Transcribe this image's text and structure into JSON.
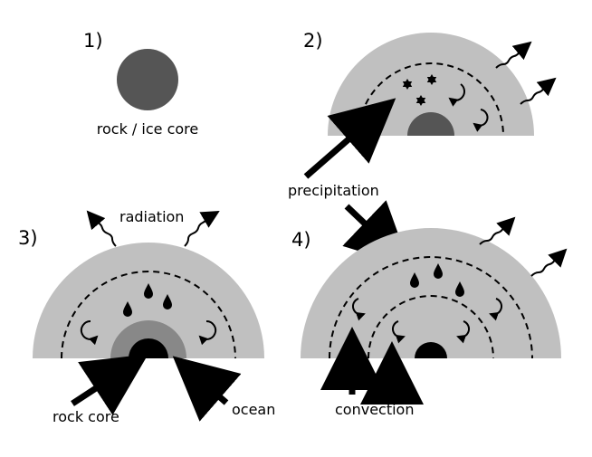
{
  "panels": {
    "p1": {
      "number": "1)",
      "caption": "rock / ice core"
    },
    "p2": {
      "number": "2)"
    },
    "p3": {
      "number": "3)"
    },
    "p4": {
      "number": "4)"
    }
  },
  "labels": {
    "precipitation": "precipitation",
    "radiation": "radiation",
    "rock_core": "rock core",
    "ocean": "ocean",
    "convection": "convection"
  },
  "colors": {
    "mantle": "#c0c0c0",
    "core": "#555555",
    "ocean": "#888888",
    "ink": "#000000"
  }
}
